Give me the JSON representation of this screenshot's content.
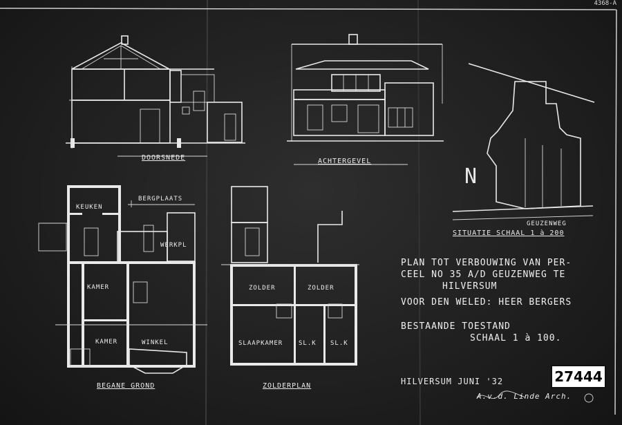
{
  "sheet": {
    "corner_ref": "4368-A",
    "stamp_number": "27444"
  },
  "drawings": {
    "doorsnede": "DOORSNEDE",
    "achtergevel": "ACHTERGEVEL",
    "situatie": "SITUATIE   SCHAAL 1 à 200",
    "gerzenweg": "GEUZENWEG",
    "begane_grond": "BEGANE GROND",
    "zolderplan": "ZOLDERPLAN"
  },
  "rooms": {
    "keuken": "KEUKEN",
    "bergplaats": "BERGPLAATS",
    "werkpl": "WERKPL",
    "kamer": "KAMER",
    "winkel": "WINKEL",
    "zolder_1": "ZOLDER",
    "zolder_2": "ZOLDER",
    "slaapkamer": "SLAAPKAMER",
    "sl_k_1": "SL.K",
    "sl_k_2": "SL.K"
  },
  "title_block": {
    "line1": "PLAN TOT VERBOUWING VAN PER-",
    "line2": "CEEL NO 35 A/D GEUZENWEG TE",
    "line3": "HILVERSUM",
    "line4": "VOOR DEN WELED: HEER BERGERS",
    "line5": "BESTAANDE TOESTAND",
    "line6": "SCHAAL 1 à 100.",
    "place_date": "HILVERSUM JUNI '32",
    "architect": "A.v.d. Linde Arch."
  }
}
